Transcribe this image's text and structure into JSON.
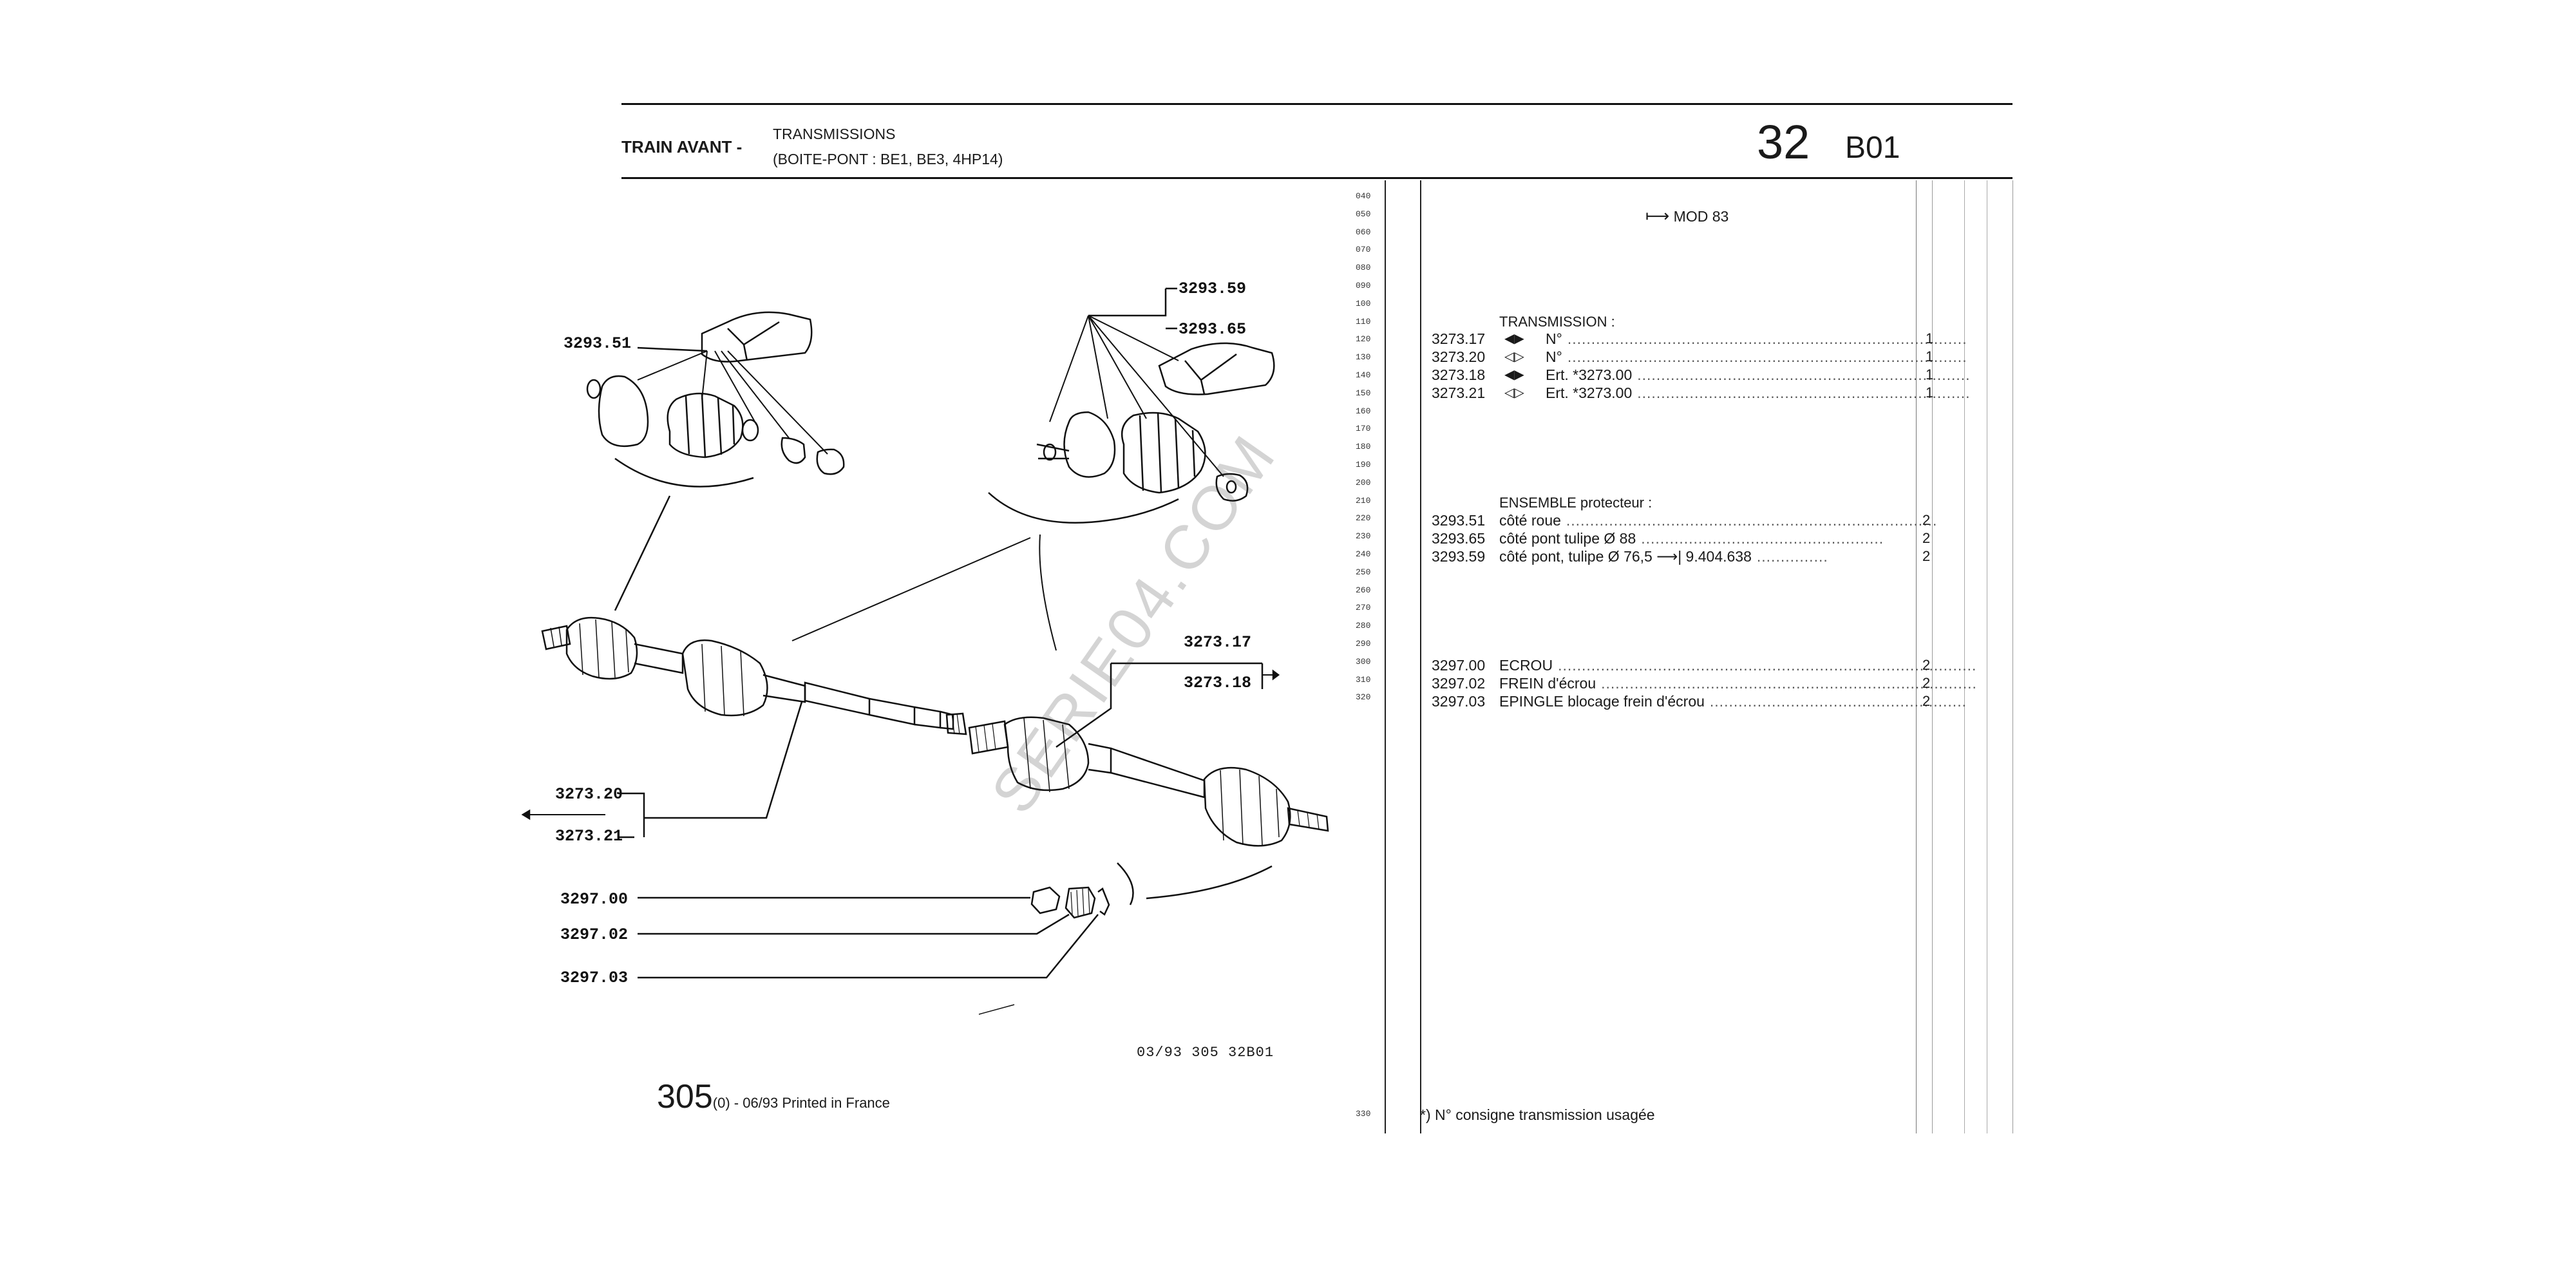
{
  "header": {
    "section_title": "TRAIN AVANT -",
    "subtitle_line1": "TRANSMISSIONS",
    "subtitle_line2": "(BOITE-PONT : BE1, BE3, 4HP14)",
    "page_number": "32",
    "page_code": "B01"
  },
  "diagram": {
    "callouts": {
      "c3293_51": "3293.51",
      "c3293_59": "3293.59",
      "c3293_65": "3293.65",
      "c3273_17": "3273.17",
      "c3273_18": "3273.18",
      "c3273_20": "3273.20",
      "c3273_21": "3273.21",
      "c3297_00": "3297.00",
      "c3297_02": "3297.02",
      "c3297_03": "3297.03"
    },
    "drawing_ref": "03/93 305 32B01"
  },
  "footer": {
    "model": "305",
    "model_suffix": "(0) - 06/93 Printed in France",
    "note": "*)  N° consigne transmission usagée",
    "last_row": "330"
  },
  "row_numbers": [
    "040",
    "050",
    "060",
    "070",
    "080",
    "090",
    "100",
    "110",
    "120",
    "130",
    "140",
    "150",
    "160",
    "170",
    "180",
    "190",
    "200",
    "210",
    "220",
    "230",
    "240",
    "250",
    "260",
    "270",
    "280",
    "290",
    "300",
    "310",
    "320"
  ],
  "mod_note": "MOD 83",
  "watermark": "SERIE04.COM",
  "parts_list": {
    "transmission_heading": "TRANSMISSION :",
    "transmission_items": [
      {
        "ref": "3273.17",
        "desc": "N°",
        "qty": "1",
        "dots": "...................................................................................."
      },
      {
        "ref": "3273.20",
        "desc": "N°",
        "qty": "1",
        "dots": "...................................................................................."
      },
      {
        "ref": "3273.18",
        "desc": "Ert. *3273.00",
        "qty": "1",
        "dots": "......................................................................"
      },
      {
        "ref": "3273.21",
        "desc": "Ert. *3273.00",
        "qty": "1",
        "dots": "......................................................................"
      }
    ],
    "ensemble_heading": "ENSEMBLE protecteur :",
    "ensemble_items": [
      {
        "ref": "3293.51",
        "desc": "côté roue",
        "qty": "2",
        "dots": ".............................................................................."
      },
      {
        "ref": "3293.65",
        "desc": "côté pont tulipe  Ø  88",
        "qty": "2",
        "dots": "..................................................."
      },
      {
        "ref": "3293.59",
        "desc": "côté pont, tulipe  Ø  76,5  ⟶| 9.404.638",
        "qty": "2",
        "dots": "..............."
      }
    ],
    "nut_items": [
      {
        "ref": "3297.00",
        "desc": "ECROU",
        "qty": "2",
        "dots": "........................................................................................"
      },
      {
        "ref": "3297.02",
        "desc": "FREIN d'écrou",
        "qty": "2",
        "dots": "..............................................................................."
      },
      {
        "ref": "3297.03",
        "desc": "EPINGLE blocage frein d'écrou",
        "qty": "2",
        "dots": "......................................................"
      }
    ]
  }
}
